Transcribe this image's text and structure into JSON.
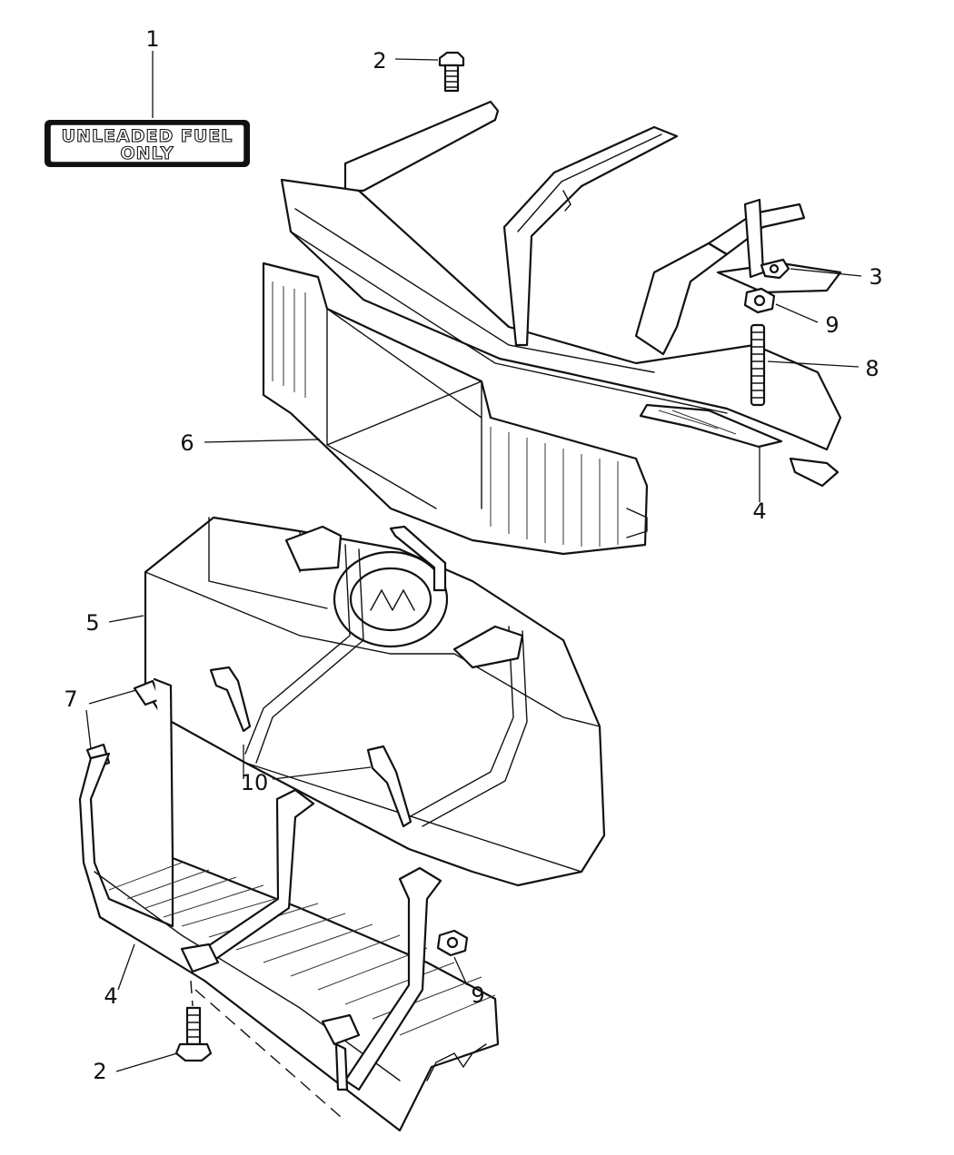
{
  "label_decal": {
    "line1": "UNLEADED  FUEL",
    "line2": "ONLY"
  },
  "callouts": [
    {
      "id": "c1",
      "number": "1",
      "part": "fuel-label"
    },
    {
      "id": "c2a",
      "number": "2",
      "part": "bolt-top"
    },
    {
      "id": "c3",
      "number": "3",
      "part": "clip"
    },
    {
      "id": "c9a",
      "number": "9",
      "part": "nut-upper"
    },
    {
      "id": "c8",
      "number": "8",
      "part": "stud"
    },
    {
      "id": "c6",
      "number": "6",
      "part": "skid-plate-upper"
    },
    {
      "id": "c4a",
      "number": "4",
      "part": "strap-upper"
    },
    {
      "id": "c5",
      "number": "5",
      "part": "fuel-tank"
    },
    {
      "id": "c7",
      "number": "7",
      "part": "nut-clips"
    },
    {
      "id": "c10",
      "number": "10",
      "part": "tank-brackets"
    },
    {
      "id": "c9b",
      "number": "9",
      "part": "nut-lower"
    },
    {
      "id": "c4b",
      "number": "4",
      "part": "skid-tray"
    },
    {
      "id": "c2b",
      "number": "2",
      "part": "bolt-lower"
    }
  ]
}
